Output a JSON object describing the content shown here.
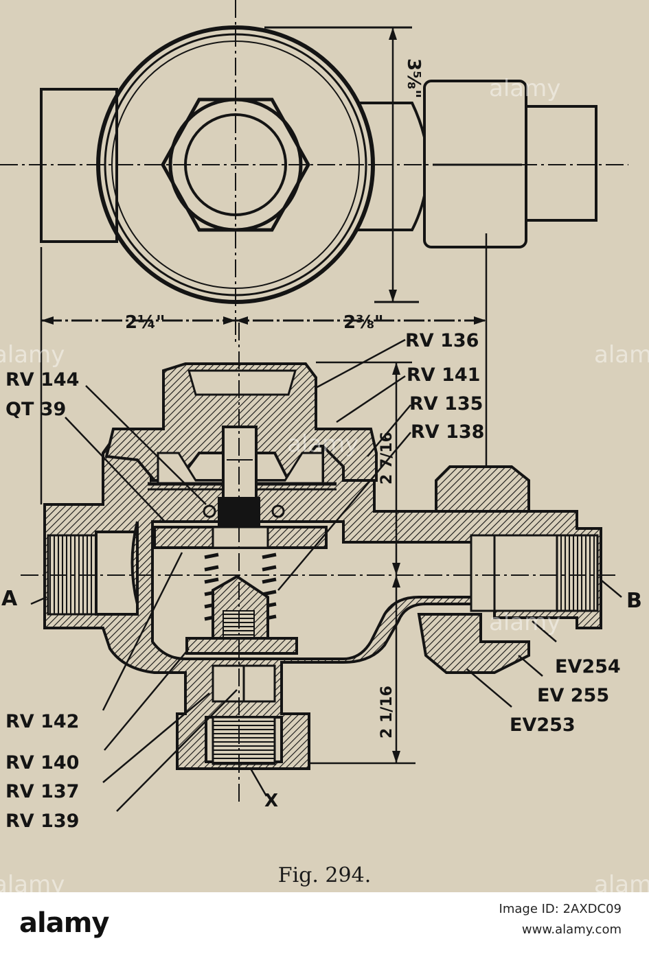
{
  "figure": {
    "caption": "Fig. 294.",
    "dimensions": {
      "top_height": "3⅝\"",
      "left_width": "2¼\"",
      "right_width": "2⅜\"",
      "upper_height": "2 7/16",
      "lower_height": "2 1/16"
    },
    "part_labels": {
      "rv136": "RV 136",
      "rv141": "RV 141",
      "rv135": "RV 135",
      "rv138": "RV 138",
      "rv144": "RV 144",
      "qt39": "QT 39",
      "a": "A",
      "b": "B",
      "ev254": "EV254",
      "ev255": "EV 255",
      "ev253": "EV253",
      "rv142": "RV 142",
      "rv140": "RV 140",
      "rv137": "RV 137",
      "rv139": "RV 139",
      "x": "X"
    }
  },
  "watermark": {
    "text": "alamy"
  },
  "footer": {
    "brand": "alamy",
    "image_id": "Image ID: 2AXDC09",
    "site": "www.alamy.com"
  },
  "colors": {
    "paper": "#d9d0bb",
    "ink": "#141414",
    "footer_bg": "#ffffff"
  }
}
